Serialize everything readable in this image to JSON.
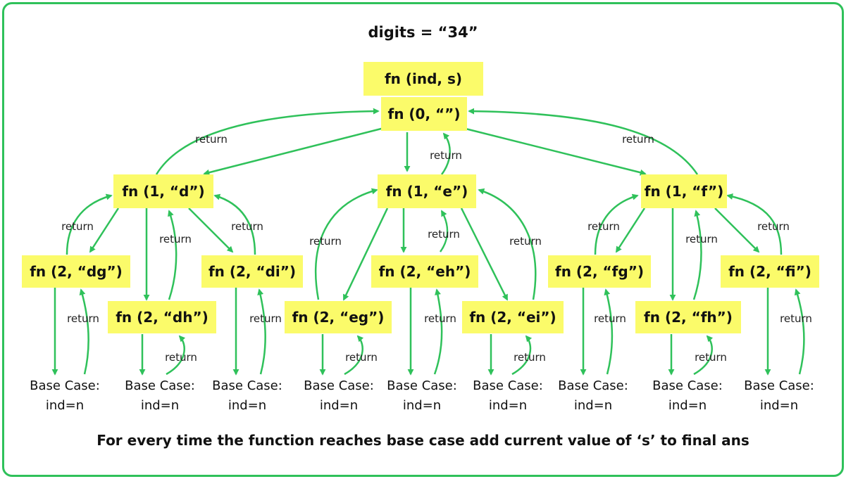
{
  "header": {
    "title": "digits = “34”"
  },
  "signature_label": "fn (ind, s)",
  "return_label": "return",
  "nodes": {
    "root": "fn (0, “”)",
    "d": "fn (1, “d”)",
    "e": "fn (1, “e”)",
    "f": "fn (1, “f”)",
    "dg": "fn (2, “dg”)",
    "dh": "fn (2, “dh”)",
    "di": "fn (2, “di”)",
    "eg": "fn (2, “eg”)",
    "eh": "fn (2, “eh”)",
    "ei": "fn (2, “ei”)",
    "fg": "fn (2, “fg”)",
    "fh": "fn (2, “fh”)",
    "fi": "fn (2, “fi”)"
  },
  "base_case": {
    "line1": "Base Case:",
    "line2": "ind=n"
  },
  "footer": {
    "note": "For every time the function reaches base case add current value of ‘s’ to final ans"
  },
  "colors": {
    "node_fill": "#fbfb6a",
    "arrow": "#2fc15a",
    "border": "#2fc15a"
  }
}
